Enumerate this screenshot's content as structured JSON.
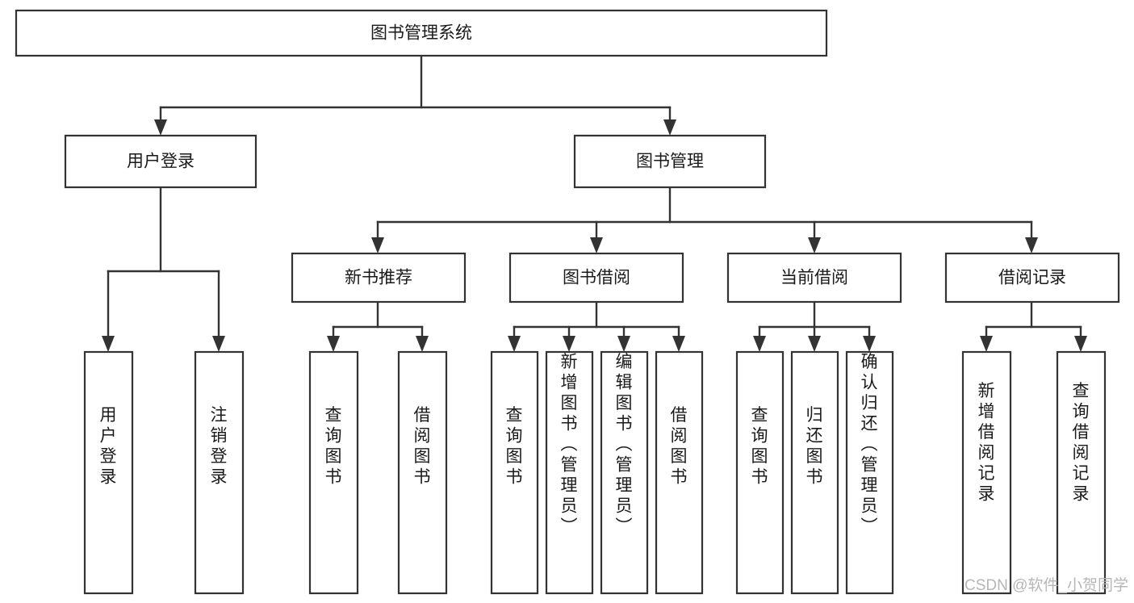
{
  "diagram": {
    "type": "hierarchy-tree",
    "title_node": "图书管理系统",
    "watermark": "CSDN @软件_小贺同学",
    "colors": {
      "background": "#ffffff",
      "box_fill": "#ffffff",
      "box_stroke": "#333333",
      "line": "#333333",
      "text": "#1a1a1a",
      "watermark": "#b6b6b6"
    },
    "levels": {
      "root": {
        "label": "图书管理系统"
      },
      "modules": [
        {
          "label": "用户登录"
        },
        {
          "label": "图书管理"
        }
      ],
      "submodules": [
        {
          "label": "新书推荐"
        },
        {
          "label": "图书借阅"
        },
        {
          "label": "当前借阅"
        },
        {
          "label": "借阅记录"
        }
      ],
      "leaves": [
        {
          "label": "用户登录",
          "parent": "用户登录"
        },
        {
          "label": "注销登录",
          "parent": "用户登录"
        },
        {
          "label": "查询图书",
          "parent": "新书推荐"
        },
        {
          "label": "借阅图书",
          "parent": "新书推荐"
        },
        {
          "label": "查询图书",
          "parent": "图书借阅"
        },
        {
          "label": "新增图书（管理员）",
          "parent": "图书借阅"
        },
        {
          "label": "编辑图书（管理员）",
          "parent": "图书借阅"
        },
        {
          "label": "借阅图书",
          "parent": "图书借阅"
        },
        {
          "label": "查询图书",
          "parent": "当前借阅"
        },
        {
          "label": "归还图书",
          "parent": "当前借阅"
        },
        {
          "label": "确认归还（管理员）",
          "parent": "当前借阅"
        },
        {
          "label": "新增借阅记录",
          "parent": "借阅记录"
        },
        {
          "label": "查询借阅记录",
          "parent": "借阅记录"
        }
      ]
    }
  }
}
